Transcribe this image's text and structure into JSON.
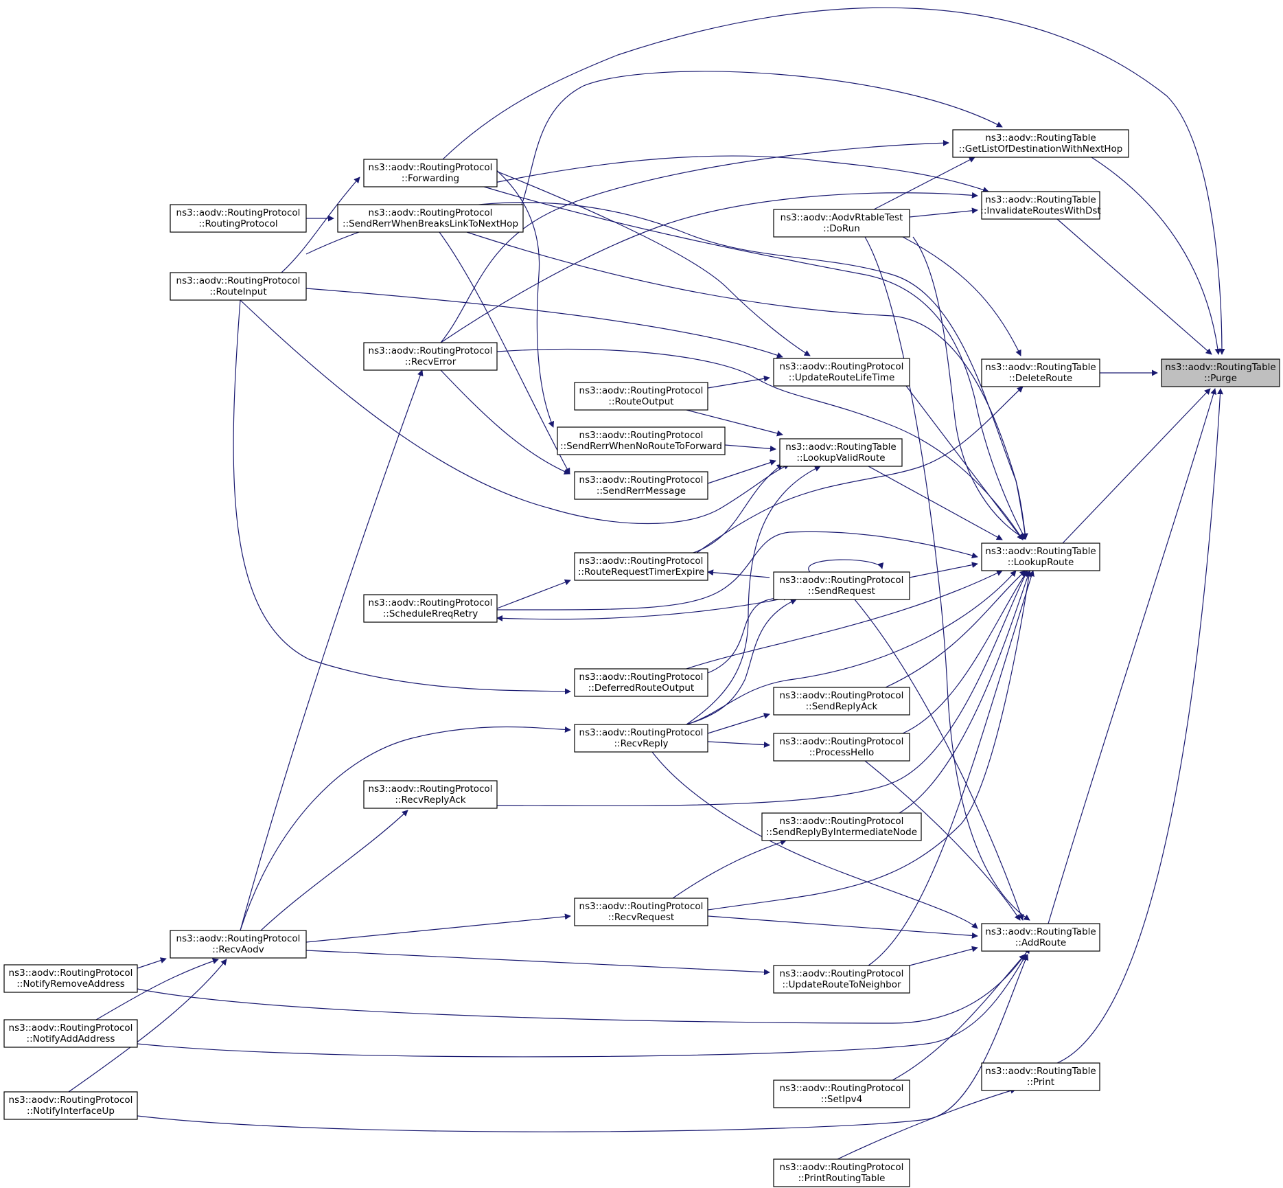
{
  "diagram": {
    "type": "call-graph",
    "colors": {
      "edge": "#191970",
      "node_border": "#000000",
      "focus_fill": "#bfbfbf",
      "node_fill": "#ffffff"
    },
    "nodes": [
      {
        "id": "purge",
        "line1": "ns3::aodv::RoutingTable",
        "line2": "::Purge",
        "focus": true
      },
      {
        "id": "getlist",
        "line1": "ns3::aodv::RoutingTable",
        "line2": "::GetListOfDestinationWithNextHop"
      },
      {
        "id": "invalidate",
        "line1": "ns3::aodv::RoutingTable",
        "line2": "::InvalidateRoutesWithDst"
      },
      {
        "id": "deleteroute",
        "line1": "ns3::aodv::RoutingTable",
        "line2": "::DeleteRoute"
      },
      {
        "id": "lookuproute",
        "line1": "ns3::aodv::RoutingTable",
        "line2": "::LookupRoute"
      },
      {
        "id": "addroute",
        "line1": "ns3::aodv::RoutingTable",
        "line2": "::AddRoute"
      },
      {
        "id": "print",
        "line1": "ns3::aodv::RoutingTable",
        "line2": "::Print"
      },
      {
        "id": "dorun",
        "line1": "ns3::aodv::AodvRtableTest",
        "line2": "::DoRun"
      },
      {
        "id": "updatelife",
        "line1": "ns3::aodv::RoutingProtocol",
        "line2": "::UpdateRouteLifeTime"
      },
      {
        "id": "lookupvalid",
        "line1": "ns3::aodv::RoutingTable",
        "line2": "::LookupValidRoute"
      },
      {
        "id": "sendrequest",
        "line1": "ns3::aodv::RoutingProtocol",
        "line2": "::SendRequest"
      },
      {
        "id": "sendreplyack",
        "line1": "ns3::aodv::RoutingProtocol",
        "line2": "::SendReplyAck"
      },
      {
        "id": "processhello",
        "line1": "ns3::aodv::RoutingProtocol",
        "line2": "::ProcessHello"
      },
      {
        "id": "sendreplyinter",
        "line1": "ns3::aodv::RoutingProtocol",
        "line2": "::SendReplyByIntermediateNode"
      },
      {
        "id": "updateneighbor",
        "line1": "ns3::aodv::RoutingProtocol",
        "line2": "::UpdateRouteToNeighbor"
      },
      {
        "id": "setipv4",
        "line1": "ns3::aodv::RoutingProtocol",
        "line2": "::SetIpv4"
      },
      {
        "id": "printrt",
        "line1": "ns3::aodv::RoutingProtocol",
        "line2": "::PrintRoutingTable"
      },
      {
        "id": "forwarding",
        "line1": "ns3::aodv::RoutingProtocol",
        "line2": "::Forwarding"
      },
      {
        "id": "sendrerrbreak",
        "line1": "ns3::aodv::RoutingProtocol",
        "line2": "::SendRerrWhenBreaksLinkToNextHop"
      },
      {
        "id": "routeoutput",
        "line1": "ns3::aodv::RoutingProtocol",
        "line2": "::RouteOutput"
      },
      {
        "id": "sendrerrnoroute",
        "line1": "ns3::aodv::RoutingProtocol",
        "line2": "::SendRerrWhenNoRouteToForward"
      },
      {
        "id": "sendrerrmsg",
        "line1": "ns3::aodv::RoutingProtocol",
        "line2": "::SendRerrMessage"
      },
      {
        "id": "rreqtimer",
        "line1": "ns3::aodv::RoutingProtocol",
        "line2": "::RouteRequestTimerExpire"
      },
      {
        "id": "deferred",
        "line1": "ns3::aodv::RoutingProtocol",
        "line2": "::DeferredRouteOutput"
      },
      {
        "id": "recvreply",
        "line1": "ns3::aodv::RoutingProtocol",
        "line2": "::RecvReply"
      },
      {
        "id": "recvrequest",
        "line1": "ns3::aodv::RoutingProtocol",
        "line2": "::RecvRequest"
      },
      {
        "id": "recverror",
        "line1": "ns3::aodv::RoutingProtocol",
        "line2": "::RecvError"
      },
      {
        "id": "schedulerreq",
        "line1": "ns3::aodv::RoutingProtocol",
        "line2": "::ScheduleRreqRetry"
      },
      {
        "id": "recvreplyack",
        "line1": "ns3::aodv::RoutingProtocol",
        "line2": "::RecvReplyAck"
      },
      {
        "id": "recvaodv",
        "line1": "ns3::aodv::RoutingProtocol",
        "line2": "::RecvAodv"
      },
      {
        "id": "routingprotocol",
        "line1": "ns3::aodv::RoutingProtocol",
        "line2": "::RoutingProtocol"
      },
      {
        "id": "routeinput",
        "line1": "ns3::aodv::RoutingProtocol",
        "line2": "::RouteInput"
      },
      {
        "id": "notifyremove",
        "line1": "ns3::aodv::RoutingProtocol",
        "line2": "::NotifyRemoveAddress"
      },
      {
        "id": "notifyadd",
        "line1": "ns3::aodv::RoutingProtocol",
        "line2": "::NotifyAddAddress"
      },
      {
        "id": "notifyup",
        "line1": "ns3::aodv::RoutingProtocol",
        "line2": "::NotifyInterfaceUp"
      }
    ]
  }
}
